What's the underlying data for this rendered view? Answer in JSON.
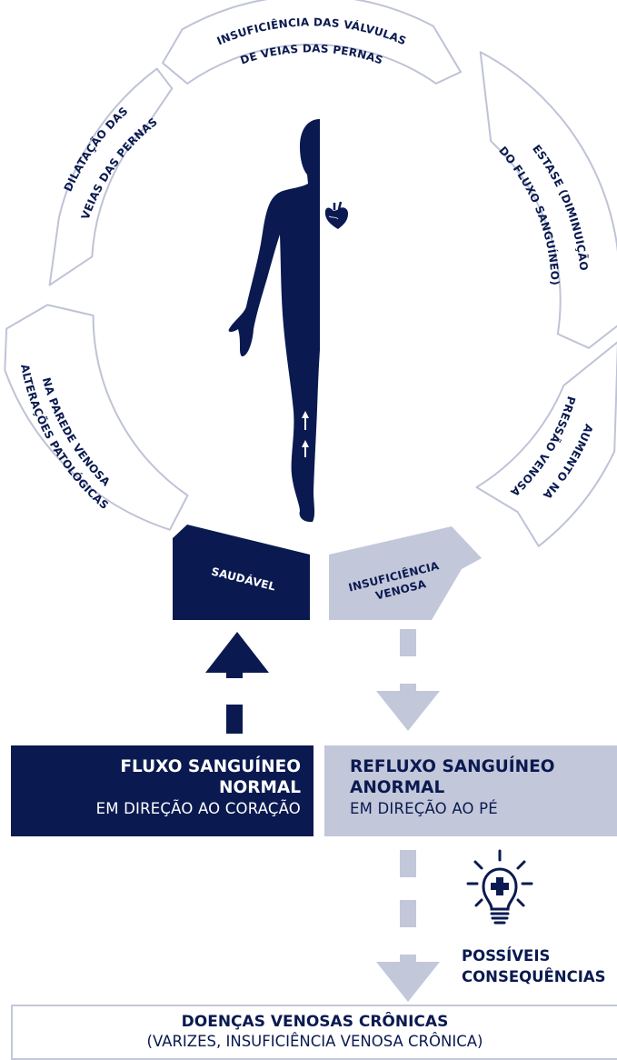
{
  "cycle_segments": {
    "insuficiencia_valvulas": [
      "INSUFICIÊNCIA DAS VÁLVULAS",
      "DE VEIAS DAS PERNAS"
    ],
    "estase": [
      "ESTASE (DIMINUIÇÃO",
      "DO FLUXO SANGUÍNEO)"
    ],
    "aumento_pressao": [
      "AUMENTO NA",
      "PRESSÃO VENOSA"
    ],
    "insuficiencia_venosa": [
      "INSUFICIÊNCIA",
      "VENOSA"
    ],
    "saudavel": [
      "SAUDÁVEL"
    ],
    "alteracoes": [
      "ALTERAÇÕES PATOLÓGICAS",
      "NA PAREDE VENOSA"
    ],
    "dilatacao": [
      "DILATAÇÃO DAS",
      "VEIAS DAS PERNAS"
    ]
  },
  "normal_flow": {
    "title_line1": "FLUXO SANGUÍNEO",
    "title_line2": "NORMAL",
    "subtitle": "EM DIREÇÃO AO CORAÇÃO"
  },
  "abnormal_flow": {
    "title_line1": "REFLUXO SANGUÍNEO",
    "title_line2": "ANORMAL",
    "subtitle": "EM DIREÇÃO AO PÉ"
  },
  "consequences": {
    "line1": "POSSÍVEIS",
    "line2": "CONSEQUÊNCIAS"
  },
  "chronic_diseases": {
    "title": "DOENÇAS VENOSAS CRÔNICAS",
    "subtitle": "(VARIZES, INSUFICIÊNCIA VENOSA CRÔNICA)"
  },
  "icons": [
    "human-body-icon",
    "heart-icon",
    "lightbulb-medical-cross-icon",
    "up-arrow-icon",
    "down-arrow-icon"
  ],
  "colors": {
    "navy": "#0a1a50",
    "lavender": "#c3c7da",
    "outline": "#bfc3d6",
    "white": "#ffffff"
  }
}
